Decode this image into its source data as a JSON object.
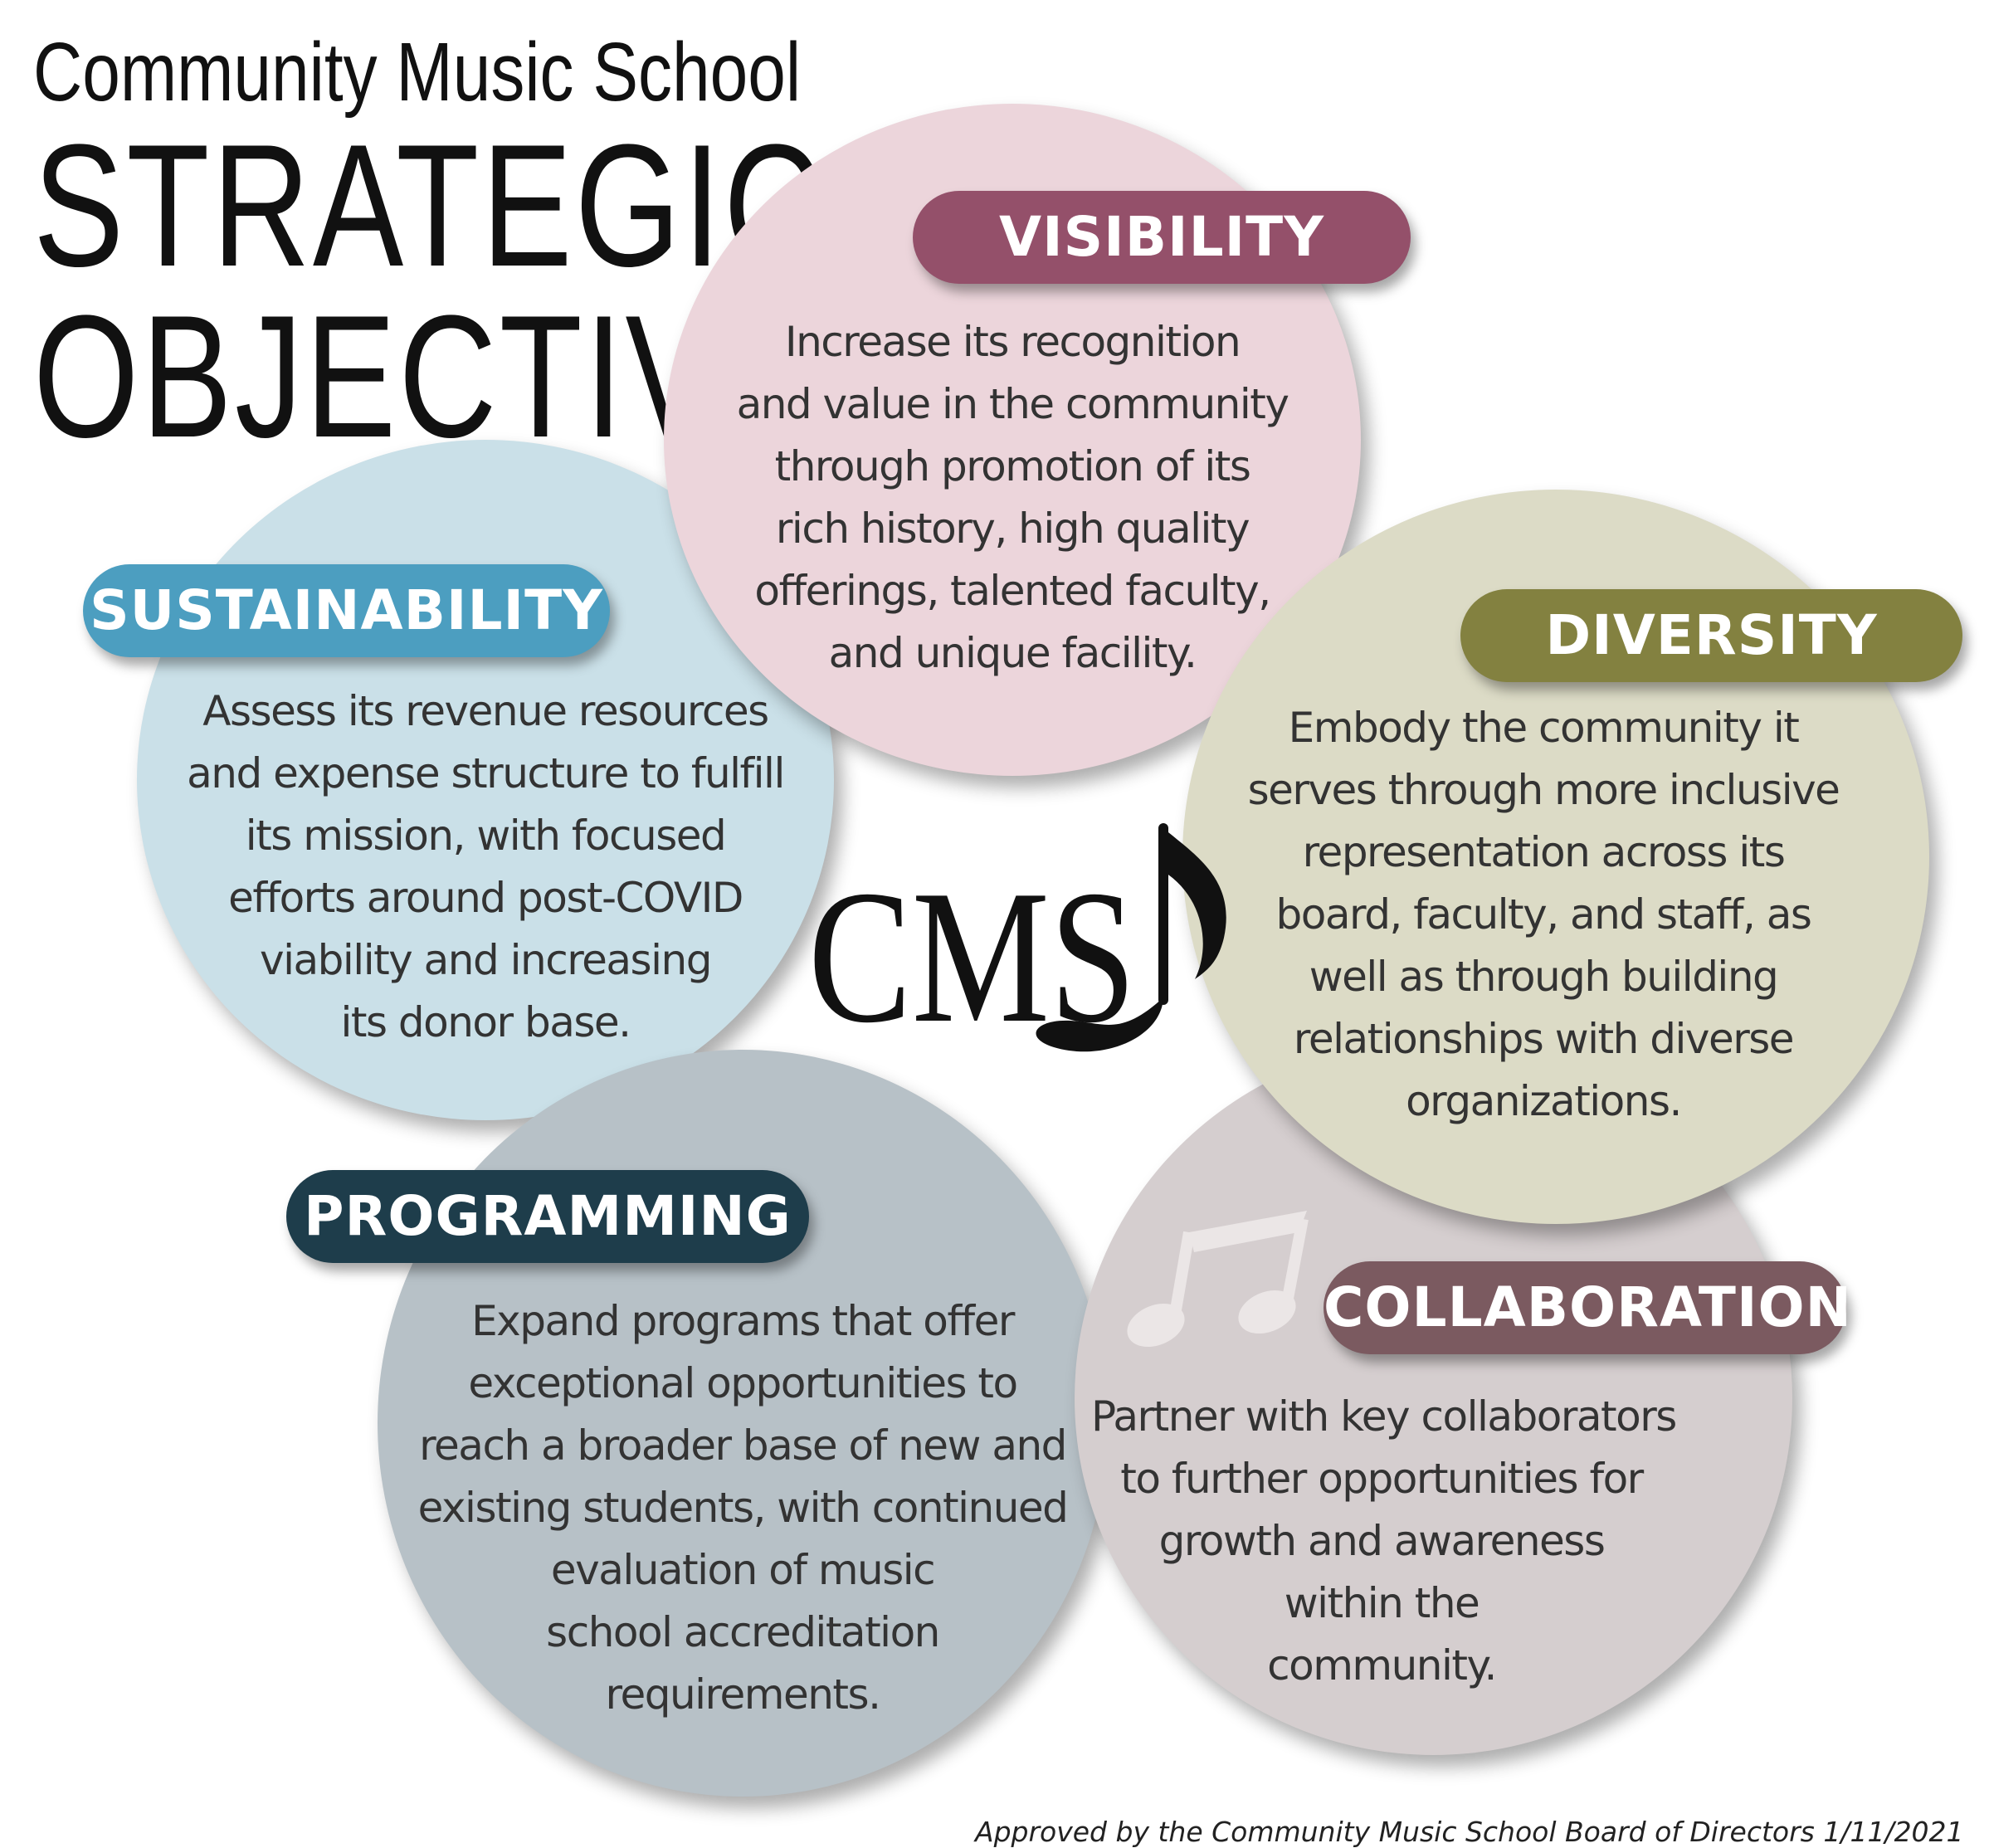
{
  "header": {
    "org_name": "Community Music School",
    "title_line1": "STRATEGIC",
    "title_line2": "OBJECTIVES"
  },
  "objectives": [
    {
      "label": "VISIBILITY",
      "color": "#94506a",
      "circle_color": "#ecd5db",
      "lines": [
        "Increase its recognition",
        "and value in the community",
        "through promotion of its",
        "rich history, high quality",
        "offerings, talented faculty,",
        "and unique facility."
      ]
    },
    {
      "label": "SUSTAINABILITY",
      "color": "#4c9ec0",
      "circle_color": "#cae0e8",
      "lines": [
        "Assess its revenue resources",
        "and expense structure to fulfill",
        "its mission, with focused",
        "efforts around post-COVID",
        "viability and increasing",
        "its donor base."
      ]
    },
    {
      "label": "DIVERSITY",
      "color": "#838140",
      "circle_color": "#dcdbc6",
      "lines": [
        "Embody the community it",
        "serves through more inclusive",
        "representation across its",
        "board, faculty, and staff, as",
        "well as through building",
        "relationships with diverse",
        "organizations."
      ]
    },
    {
      "label": "PROGRAMMING",
      "color": "#1e3d4b",
      "circle_color": "#b7c1c7",
      "lines": [
        "Expand programs that offer",
        "exceptional opportunities to",
        "reach a broader base of new and",
        "existing students, with continued",
        "evaluation of music",
        "school accreditation",
        "requirements."
      ]
    },
    {
      "label": "COLLABORATION",
      "color": "#7b5a60",
      "circle_color": "#d5cecf",
      "lines": [
        "Partner with key collaborators",
        "to further opportunities for",
        "growth and awareness",
        "within the",
        "community."
      ]
    }
  ],
  "logo": {
    "text": "CMS",
    "icon": "music-note-icon"
  },
  "decor_icon": "beamed-notes-icon",
  "footer": "Approved by the Community Music School Board of Directors 1/11/2021"
}
